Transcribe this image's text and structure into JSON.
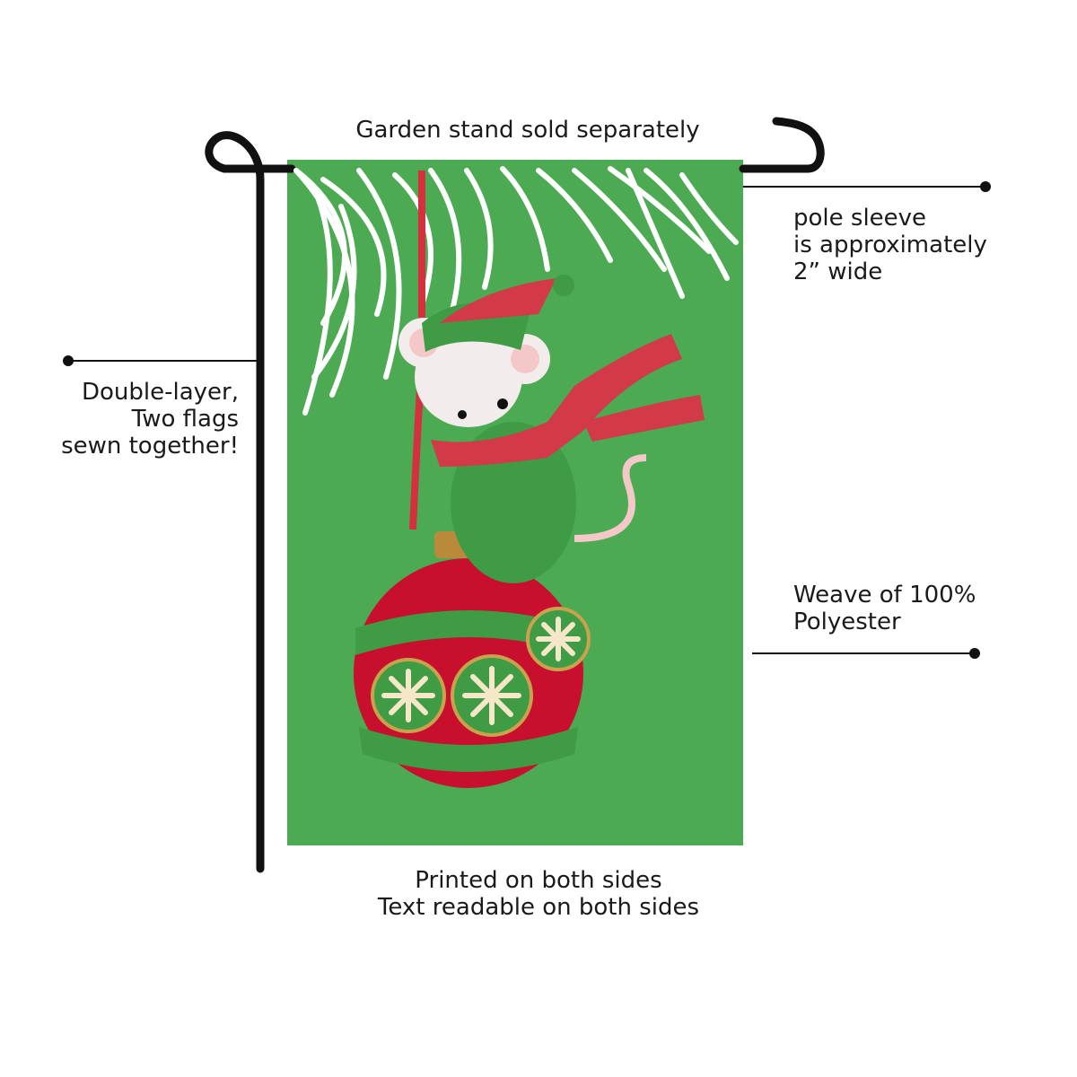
{
  "colors": {
    "flag_green": "#4caa52",
    "stand_black": "#111111",
    "ornament_red": "#c8102e",
    "ornament_green": "#3f9b44",
    "ornament_gold": "#c9a24d",
    "pine_white": "#ffffff",
    "mouse_body": "#f2ecec",
    "scarf_red": "#d23a48"
  },
  "annotations": {
    "stand": {
      "text": "Garden stand sold separately"
    },
    "sleeve": {
      "lines": [
        "pole sleeve",
        "is approximately",
        "2” wide"
      ]
    },
    "layer": {
      "lines": [
        "Double-layer,",
        "Two flags",
        "sewn together!"
      ]
    },
    "fabric": {
      "lines": [
        "Weave of 100%",
        "Polyester"
      ]
    },
    "printing": {
      "lines": [
        "Printed on both sides",
        "Text readable on both sides"
      ]
    }
  },
  "illustration": {
    "subject": "mouse-on-ornament",
    "icons": [
      "garden-stand-icon",
      "pine-branch-icon",
      "mouse-icon",
      "ornament-icon"
    ]
  }
}
